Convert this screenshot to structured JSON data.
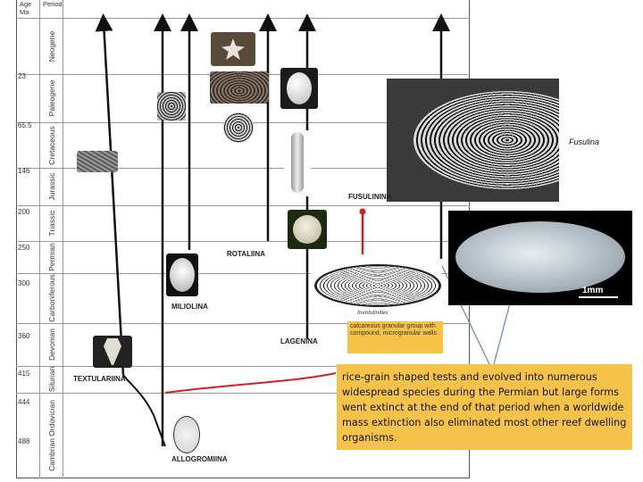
{
  "header": {
    "age_label": "Age\nMa",
    "period_label": "Period"
  },
  "ages": [
    "23",
    "65.5",
    "146",
    "200",
    "250",
    "300",
    "360",
    "415",
    "444",
    "488"
  ],
  "periods": [
    "Neogene",
    "Paleogene",
    "Cretaceous",
    "Jurassic",
    "Triassic",
    "Permian",
    "Carboniferous",
    "Devonian",
    "Silurian",
    "Cambrian Ordovician"
  ],
  "clades": {
    "fusulinina": "FUSULININA",
    "rotaliina": "ROTALIINA",
    "miliolina": "MILIOLINA",
    "lagenina": "LAGENINA",
    "textulariina": "TEXTULARIINA",
    "allogromiina": "ALLOGROMIINA",
    "involutinites": "Involutinites"
  },
  "notes": {
    "wall_type": "calcareous granular group with compound, microgranular walls",
    "description": "rice-grain shaped tests and evolved into numerous widespread species during the Permian but large forms went extinct at the end of that period when a worldwide mass extinction also eliminated most other reef dwelling organisms."
  },
  "photos": {
    "fusulina_label": "Fusulina",
    "scale_label": "1mm"
  },
  "colors": {
    "note_bg": "#f7c24a",
    "red_line": "#d42020",
    "blue_line": "#6a8fc4"
  }
}
